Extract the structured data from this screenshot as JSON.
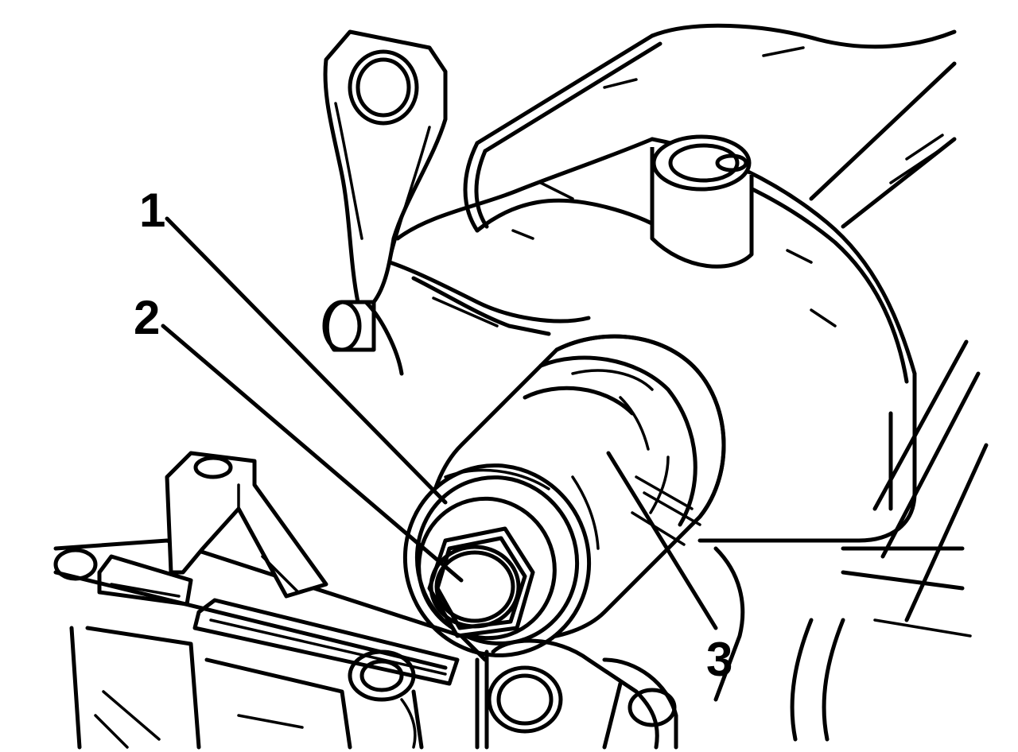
{
  "callouts": [
    {
      "id": "1",
      "label": "1"
    },
    {
      "id": "2",
      "label": "2"
    },
    {
      "id": "3",
      "label": "3"
    }
  ],
  "colors": {
    "line": "#000000",
    "background": "#ffffff"
  },
  "icons": {
    "part_1": "socket-wrench-icon",
    "part_2": "hex-bolt-icon",
    "part_3": "bushing-sleeve-icon"
  }
}
